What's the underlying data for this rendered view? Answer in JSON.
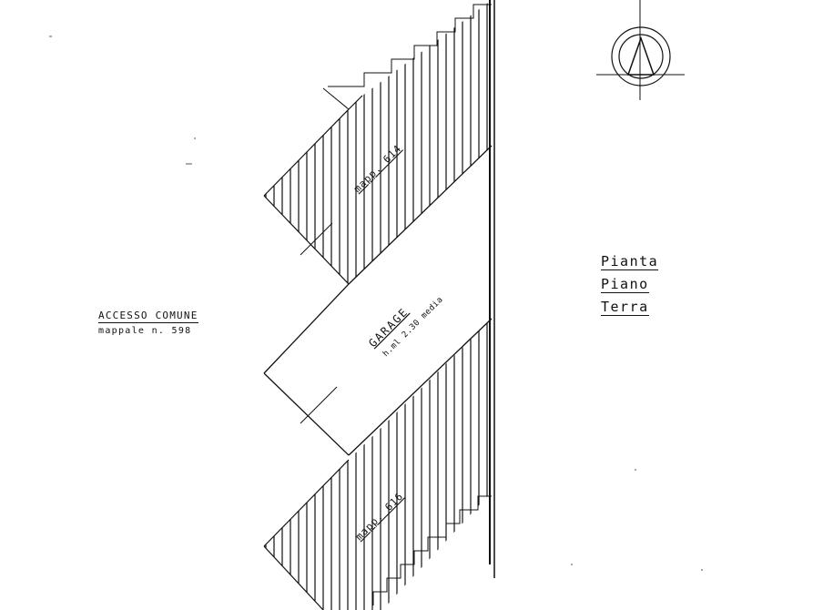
{
  "drawing": {
    "title_lines": [
      "Pianta",
      "Piano",
      "Terra"
    ],
    "access_label": "ACCESSO COMUNE",
    "access_sub": "mappale n. 598",
    "garage_label": "GARAGE",
    "garage_height": "h.ml 2.30 media",
    "parcel_north": "mapp. 614",
    "parcel_south": "mapp. 616"
  },
  "icons": {
    "north_arrow": "north-arrow-icon"
  }
}
